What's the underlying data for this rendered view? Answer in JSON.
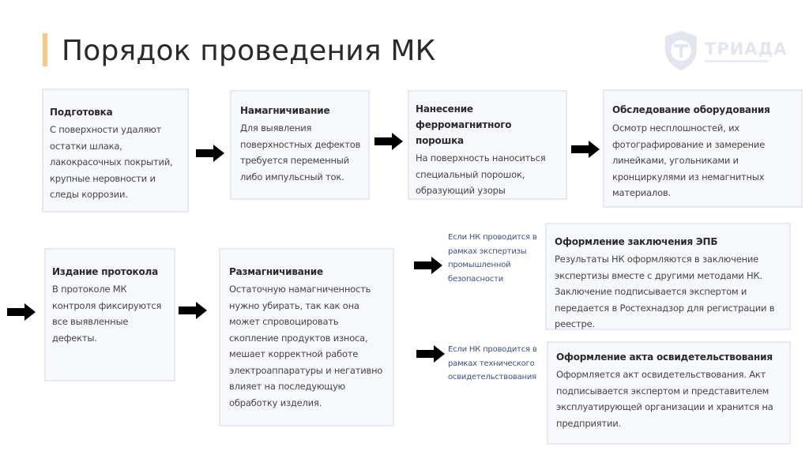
{
  "header": {
    "title": "Порядок проведения МК",
    "accent_color": "#f1c98a"
  },
  "logo": {
    "name": "ТРИАДА",
    "icon": "shield-t-logo-icon"
  },
  "steps": [
    {
      "title": "Подготовка",
      "text": "С поверхности удаляют остатки шлака, лакокрасочных покрытий, крупные неровности и следы коррозии."
    },
    {
      "title": "Намагничивание",
      "text": "Для выявления поверхностных дефектов требуется переменный либо импульсный ток."
    },
    {
      "title": "Нанесение ферромагнитного порошка",
      "text": "На поверхность наноситься специальный порошок, образующий узоры"
    },
    {
      "title": "Обследование оборудования",
      "text": "Осмотр несплошностей, их фотографирование и замерение линейками, угольниками и кронциркулями из немагнитных материалов."
    },
    {
      "title": "Издание протокола",
      "text": "В протоколе МК контроля фиксируются все выявленные дефекты."
    },
    {
      "title": "Размагничивание",
      "text": "Остаточную намагниченность нужно убирать, так как она может спровоцировать скопление продуктов износа, мешает корректной работе электроаппаратуры и негативно влияет на последующую обработку изделия."
    },
    {
      "title": "Оформление заключения ЭПБ",
      "text": "Результаты НК оформляются в заключение экспертизы вместе с другими методами НК. Заключение подписывается экспертом и передается в Ростехнадзор для регистрации в реестре."
    },
    {
      "title": "Оформление акта освидетельствования",
      "text": "Оформляется акт освидетельствования. Акт подписывается экспертом и представителем эксплуатирующей организации и хранится на предприятии."
    }
  ],
  "conditions": [
    {
      "text": "Если НК проводится в рамках экспертизы промышленной безопасности"
    },
    {
      "text": "Если НК проводится в рамках технического освидетельствования"
    }
  ],
  "colors": {
    "box_bg": "#f7f8fc",
    "box_border": "#e6e9f2",
    "condition_text": "#3d4f86",
    "arrow": "#000000"
  }
}
